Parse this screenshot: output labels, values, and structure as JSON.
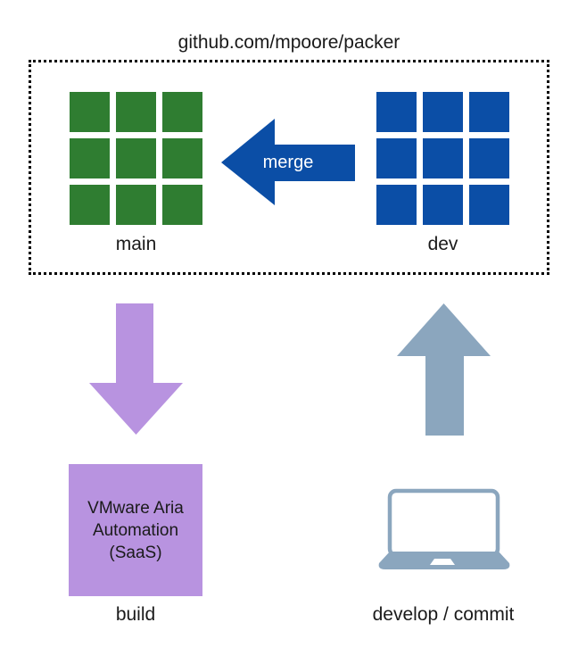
{
  "title": "github.com/mpoore/packer",
  "repo": {
    "main_label": "main",
    "dev_label": "dev",
    "merge_label": "merge",
    "main_grid": {
      "rows": 3,
      "cols": 3
    },
    "dev_grid": {
      "rows": 3,
      "cols": 3
    }
  },
  "build": {
    "box_lines": {
      "0": "VMware Aria",
      "1": "Automation",
      "2": "(SaaS)"
    },
    "label": "build"
  },
  "develop": {
    "label": "develop / commit"
  },
  "icons": {
    "merge_arrow": "left-block-arrow-icon",
    "build_arrow": "down-block-arrow-icon",
    "commit_arrow": "up-block-arrow-icon",
    "laptop": "laptop-icon"
  },
  "colors": {
    "green": "#2f7d31",
    "blue": "#0b4ea6",
    "purple": "#b893e0",
    "steel": "#8ba6be",
    "ink": "#1a1a1a",
    "background": "#ffffff"
  }
}
